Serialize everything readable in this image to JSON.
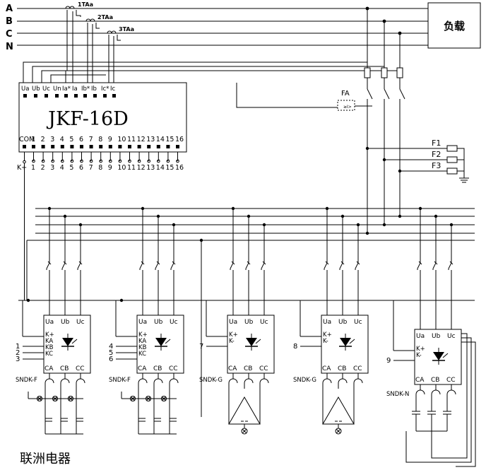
{
  "buses": [
    "A",
    "B",
    "C",
    "N"
  ],
  "ct_labels": [
    "1TAa",
    "2TAa",
    "3TAa"
  ],
  "load_label": "负载",
  "controller": {
    "model": "JKF-16D",
    "top_terminals": [
      "Ua",
      "Ub",
      "Uc",
      "Un",
      "Ia*",
      "Ia",
      "Ib*",
      "Ib",
      "Ic*",
      "Ic"
    ],
    "com_label": "COM",
    "out_numbers": [
      "1",
      "2",
      "3",
      "4",
      "5",
      "6",
      "7",
      "8",
      "9",
      "10",
      "11",
      "12",
      "13",
      "14",
      "15",
      "16"
    ],
    "kplus_label": "K+"
  },
  "fa_label": "FA",
  "fuse_labels": [
    "F1",
    "F2",
    "F3"
  ],
  "modules": [
    {
      "model": "SNDK-F",
      "top": [
        "Ua",
        "Ub",
        "Uc"
      ],
      "ctrl": [
        "K+",
        "KA",
        "KB",
        "KC"
      ],
      "bottom": [
        "CA",
        "CB",
        "CC"
      ],
      "inputs": [
        "1",
        "2",
        "3"
      ]
    },
    {
      "model": "SNDK-F",
      "top": [
        "Ua",
        "Ub",
        "Uc"
      ],
      "ctrl": [
        "K+",
        "KA",
        "KB",
        "KC"
      ],
      "bottom": [
        "CA",
        "CB",
        "CC"
      ],
      "inputs": [
        "4",
        "5",
        "6"
      ]
    },
    {
      "model": "SNDK-G",
      "top": [
        "Ua",
        "Ub",
        "Uc"
      ],
      "ctrl": [
        "K+",
        "K-"
      ],
      "bottom": [
        "CA",
        "CB",
        "CC"
      ],
      "inputs": [
        "7"
      ]
    },
    {
      "model": "SNDK-G",
      "top": [
        "Ua",
        "Ub",
        "Uc"
      ],
      "ctrl": [
        "K+",
        "K-"
      ],
      "bottom": [
        "CA",
        "CB",
        "CC"
      ],
      "inputs": [
        "8"
      ]
    },
    {
      "model": "SNDK-N",
      "top": [
        "Ua",
        "Ub",
        "Uc"
      ],
      "ctrl": [
        "K+",
        "K-"
      ],
      "bottom": [
        "CA",
        "CB",
        "CC"
      ],
      "inputs": [
        "9"
      ]
    }
  ],
  "watermark": "联洲电器"
}
